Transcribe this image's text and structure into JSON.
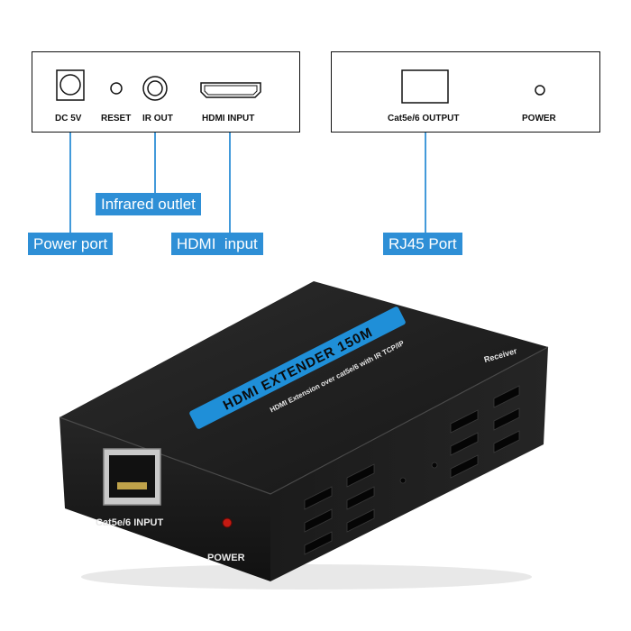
{
  "left_panel": {
    "ports": [
      "DC 5V",
      "RESET",
      "IR OUT",
      "HDMI INPUT"
    ]
  },
  "right_panel": {
    "ports": [
      "Cat5e/6 OUTPUT",
      "POWER"
    ]
  },
  "callouts": {
    "infrared": "Infrared outlet",
    "power": "Power port",
    "hdmi": "HDMI  input",
    "rj45": "RJ45 Port"
  },
  "device": {
    "label_main": "HDMI EXTENDER 150M",
    "label_sub": "HDMI Extension over cat5e/6 with IR TCP/IP",
    "label_receiver": "Receiver",
    "front_port_label": "Cat5e/6 INPUT",
    "front_power_label": "POWER"
  },
  "colors": {
    "callout_bg": "#2e8fd6",
    "leader": "#2e8fd6",
    "device_body": "#1e1e1e",
    "label_band": "#1f8fd8",
    "power_led": "#c41a12"
  }
}
